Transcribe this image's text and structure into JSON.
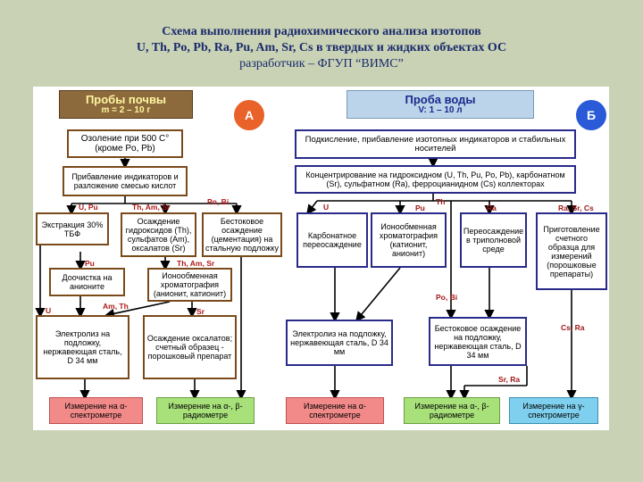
{
  "header": {
    "line1": "Схема выполнения радиохимического анализа изотопов",
    "line2": "U, Th, Po, Pb, Ra, Pu, Am, Sr, Cs в твердых и жидких объектах ОС",
    "line3": "разработчик – ФГУП “ВИМС”"
  },
  "left": {
    "source_title": "Пробы почвы",
    "source_sub": "m = 2 – 10 г",
    "badge": "А",
    "ashing": "Озоление при 500 С° (кроме Po, Pb)",
    "add_ind": "Прибавление индикаторов и разложение смесью кислот",
    "extraction": "Экстракция 30% ТБФ",
    "precip_hydroxides": "Осаждение гидроксидов (Th), сульфатов (Am), оксалатов (Sr)",
    "bezt": "Бестоковое осаждение (цементация) на стальную подложку",
    "anion_clean": "Доочистка на анионите",
    "ion_exchange": "Ионообменная хроматография (анионит, катионит)",
    "electrolysis": "Электролиз на подложку, нержавеющая сталь, D 34 мм",
    "oxalate": "Осаждение оксалатов; счетный образец - порошковый препарат",
    "meas_alpha": "Измерение на α- спектрометре",
    "meas_ab": "Измерение на α-, β- радиометре",
    "labels": {
      "u_pu": "U, Pu",
      "th_am_sr": "Th, Am, Sr",
      "po_bi": "Po, Bi",
      "pu": "Pu",
      "th_am_sr2": "Th, Am, Sr",
      "am_th": "Am, Th",
      "u": "U",
      "sr": "Sr"
    }
  },
  "right": {
    "source_title": "Проба воды",
    "source_sub": "V: 1 – 10 л",
    "badge": "Б",
    "acidify": "Подкисление, прибавление изотопных индикаторов и стабильных носителей",
    "concentrate": "Концентрирование на гидроксидном (U, Th, Pu, Po, Pb), карбонатном (Sr), сульфатном (Ra), ферроцианидном (Cs) коллекторах",
    "carbonate": "Карбонатное переосаждение",
    "ion_exchange": "Ионообменная хроматография (катионит, анионит)",
    "tripon": "Переосаждение в триполновой среде",
    "prep": "Приготовление счетного образца для измерений (порошковые препараты)",
    "electrolysis": "Электролиз на подложку, нержавеющая сталь, D 34 мм",
    "bezt": "Бестоковое осаждение на подложку, нержавеющая сталь, D 34 мм",
    "meas_alpha": "Измерение на α- спектрометре",
    "meas_ab": "Измерение на α-, β- радиометре",
    "meas_gamma": "Измерение на γ- спектрометре",
    "labels": {
      "u": "U",
      "pu": "Pu",
      "th": "Th",
      "ra": "Ra",
      "ra_sr_cs": "Ra, Sr, Cs",
      "po_bi": "Po, Bi",
      "cs_ra": "Cs, Ra",
      "sr_ra": "Sr, Ra"
    }
  },
  "colors": {
    "background": "#c9d2b4",
    "left_border": "#7a4a1a",
    "right_border": "#2a2a8a",
    "alpha_box": "#f28a8a",
    "ab_box": "#a8e07a",
    "gamma_box": "#7fd0ee",
    "label_red": "#b01818"
  }
}
